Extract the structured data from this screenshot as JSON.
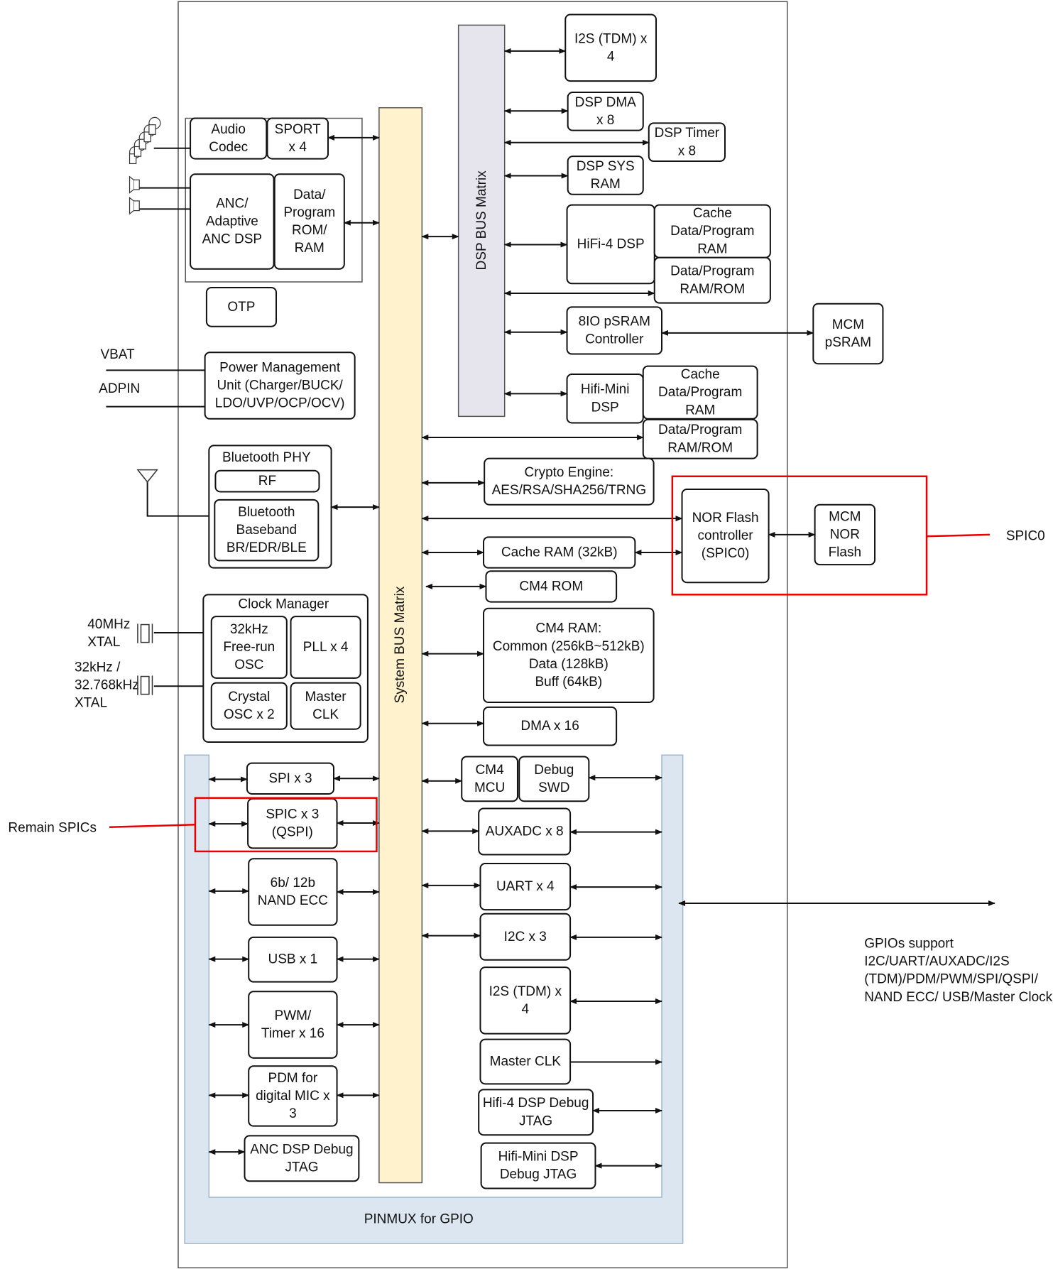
{
  "colors": {
    "green": "#e8f2df",
    "peach": "#fbe5d6",
    "bus": "#fff2cc",
    "dsp_bus": "#e6e4ec",
    "pinmux": "#dce6f0",
    "highlight": "#e80000"
  },
  "icons": [
    "microphone-array-icon",
    "speaker-icon",
    "antenna-icon",
    "crystal-icon"
  ],
  "labels": {
    "system_bus": "System BUS Matrix",
    "dsp_bus": "DSP BUS Matrix",
    "pinmux": "PINMUX for GPIO",
    "vbat": "VBAT",
    "adpin": "ADPIN",
    "xtal40": [
      "40MHz",
      "XTAL"
    ],
    "xtal32": [
      "32kHz /",
      "32.768kHz",
      "XTAL"
    ],
    "remain_spics": "Remain SPICs",
    "spic0": "SPIC0",
    "gpio_note": [
      "GPIOs support",
      "I2C/UART/AUXADC/I2S",
      "(TDM)/PDM/PWM/SPI/QSPI/",
      "NAND ECC/ USB/Master Clock"
    ]
  },
  "blocks": {
    "audio_codec": [
      "Audio",
      "Codec"
    ],
    "sport": [
      "SPORT",
      "x 4"
    ],
    "anc": [
      "ANC/",
      "Adaptive",
      "ANC DSP"
    ],
    "anc_mem": [
      "Data/",
      "Program",
      "ROM/",
      "RAM"
    ],
    "otp": [
      "OTP"
    ],
    "pmu": [
      "Power Management",
      "Unit (Charger/BUCK/",
      "LDO/UVP/OCP/OCV)"
    ],
    "bt_phy_title": [
      "Bluetooth PHY"
    ],
    "rf": [
      "RF"
    ],
    "bt_baseband": [
      "Bluetooth",
      "Baseband",
      "BR/EDR/BLE"
    ],
    "clock_title": [
      "Clock Manager"
    ],
    "osc32k": [
      "32kHz",
      "Free-run",
      "OSC"
    ],
    "pll": [
      "PLL x 4"
    ],
    "crystal_osc": [
      "Crystal",
      "OSC x 2"
    ],
    "master_clk_cm": [
      "Master",
      "CLK"
    ],
    "i2s_top": [
      "I2S (TDM) x",
      "4"
    ],
    "dsp_dma": [
      "DSP DMA",
      "x 8"
    ],
    "dsp_timer": [
      "DSP Timer",
      "x 8"
    ],
    "dsp_sys_ram": [
      "DSP SYS",
      "RAM"
    ],
    "hifi4": [
      "HiFi-4 DSP"
    ],
    "hifi4_cache": [
      "Cache",
      "Data/Program",
      "RAM"
    ],
    "hifi4_mem": [
      "Data/Program",
      "RAM/ROM"
    ],
    "psram_ctrl": [
      "8IO pSRAM",
      "Controller"
    ],
    "mcm_psram": [
      "MCM",
      "pSRAM"
    ],
    "hifimini": [
      "Hifi-Mini",
      "DSP"
    ],
    "hifimini_cache": [
      "Cache",
      "Data/Program",
      "RAM"
    ],
    "hifimini_mem": [
      "Data/Program",
      "RAM/ROM"
    ],
    "crypto": [
      "Crypto Engine:",
      "AES/RSA/SHA256/TRNG"
    ],
    "nor_ctrl": [
      "NOR Flash",
      "controller",
      "(SPIC0)"
    ],
    "mcm_nor": [
      "MCM",
      "NOR",
      "Flash"
    ],
    "cache_ram": [
      "Cache RAM (32kB)"
    ],
    "cm4_rom": [
      "CM4 ROM"
    ],
    "cm4_ram": [
      "CM4 RAM:",
      "Common (256kB~512kB)",
      "Data (128kB)",
      "Buff (64kB)"
    ],
    "dma": [
      "DMA x 16"
    ],
    "cm4_mcu": [
      "CM4",
      "MCU"
    ],
    "debug_swd": [
      "Debug",
      "SWD"
    ],
    "spi": [
      "SPI x 3"
    ],
    "spic": [
      "SPIC x 3",
      "(QSPI)"
    ],
    "nand": [
      "6b/ 12b",
      "NAND ECC"
    ],
    "usb": [
      "USB x 1"
    ],
    "pwm": [
      "PWM/",
      "Timer x 16"
    ],
    "pdm": [
      "PDM for",
      "digital MIC x",
      "3"
    ],
    "anc_jtag": [
      "ANC DSP Debug",
      "JTAG"
    ],
    "auxadc": [
      "AUXADC x 8"
    ],
    "uart": [
      "UART x 4"
    ],
    "i2c": [
      "I2C x 3"
    ],
    "i2s_bottom": [
      "I2S (TDM) x",
      "4"
    ],
    "master_clk": [
      "Master CLK"
    ],
    "hifi4_jtag": [
      "Hifi-4 DSP Debug",
      "JTAG"
    ],
    "hifimini_jtag": [
      "Hifi-Mini DSP",
      "Debug JTAG"
    ]
  }
}
